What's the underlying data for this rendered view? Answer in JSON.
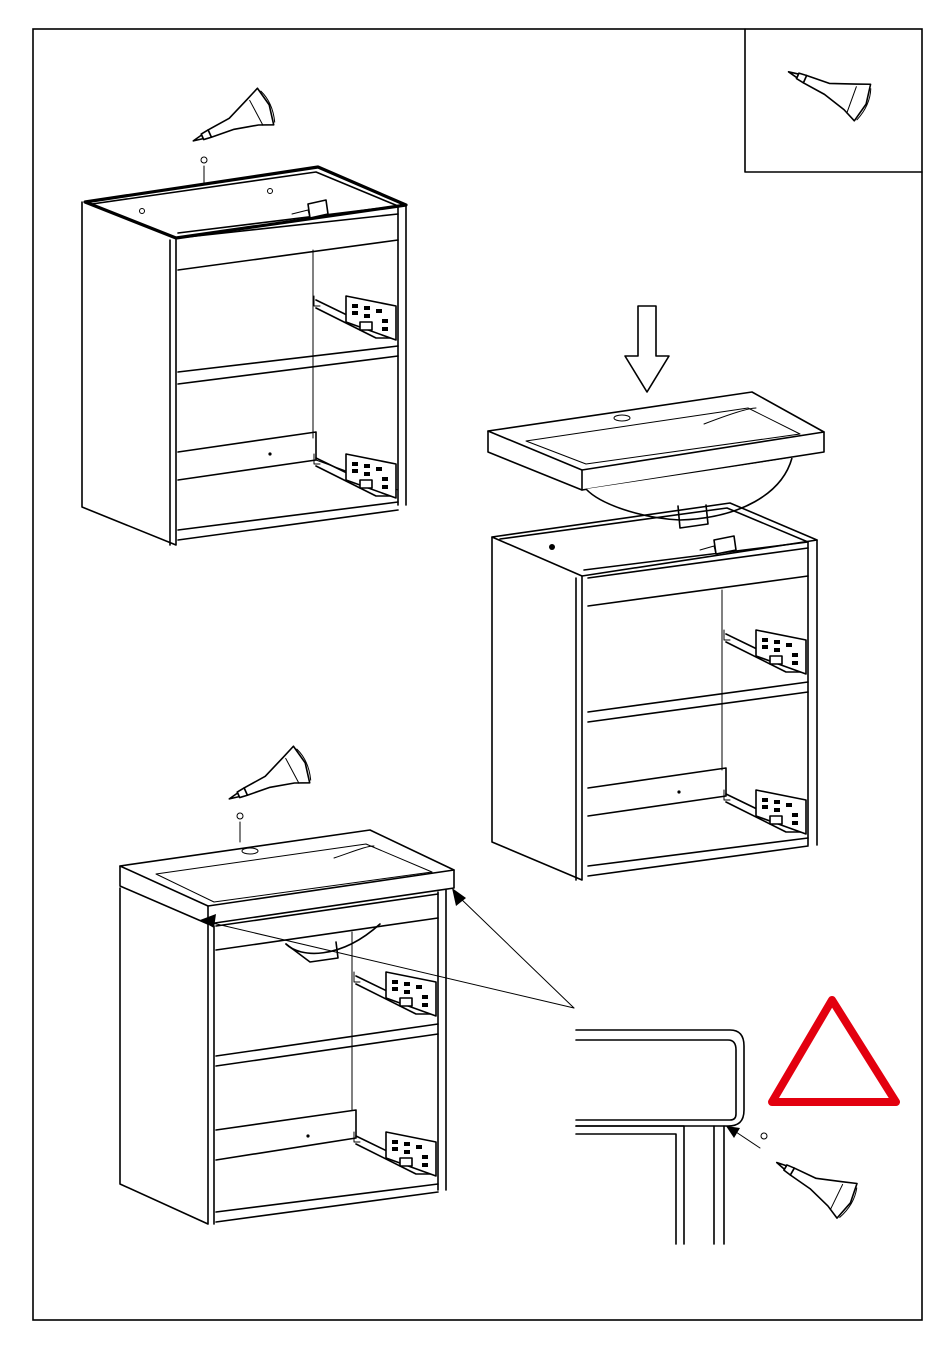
{
  "page": {
    "frame_color": "#000000",
    "background": "#ffffff"
  },
  "legend": {
    "icon": "glue-tube-icon"
  },
  "steps": [
    {
      "id": "apply-glue-to-cabinet-top",
      "icon": "glue-tube-icon"
    },
    {
      "id": "lower-basin-onto-cabinet",
      "icon": "down-arrow-icon"
    },
    {
      "id": "seal-basin-edge",
      "icon": "glue-tube-icon"
    }
  ],
  "warning": {
    "icon": "warning-triangle-icon",
    "stroke_color": "#e3000f",
    "fill_color": "#ffffff"
  }
}
